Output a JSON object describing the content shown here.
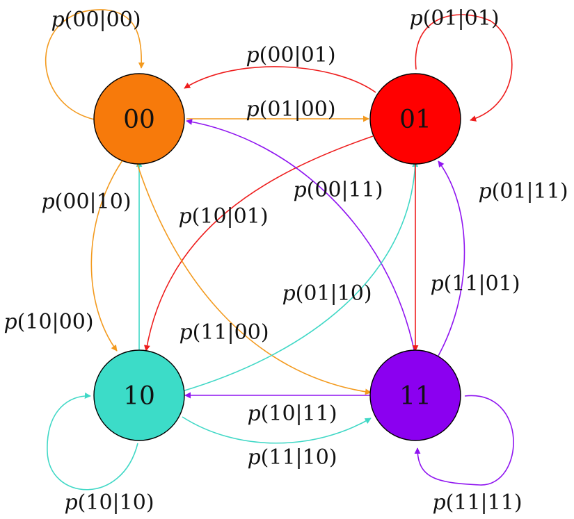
{
  "colors": {
    "s00": "#f77a0b",
    "s01": "#ff0000",
    "s10": "#3cdcc8",
    "s11": "#8b00f0",
    "edge00": "#f39a1e",
    "edge01": "#ee1c1c",
    "edge10": "#40d8c6",
    "edge11": "#8f14f0"
  },
  "nodes": [
    {
      "id": "n00",
      "label": "00",
      "color_key": "s00"
    },
    {
      "id": "n01",
      "label": "01",
      "color_key": "s01"
    },
    {
      "id": "n10",
      "label": "10",
      "color_key": "s10"
    },
    {
      "id": "n11",
      "label": "11",
      "color_key": "s11"
    }
  ],
  "edge_labels": {
    "p00_00": {
      "p": "p",
      "args": "(00|00)"
    },
    "p01_01": {
      "p": "p",
      "args": "(01|01)"
    },
    "p00_01": {
      "p": "p",
      "args": "(00|01)"
    },
    "p01_00": {
      "p": "p",
      "args": "(01|00)"
    },
    "p00_10": {
      "p": "p",
      "args": "(00|10)"
    },
    "p10_01": {
      "p": "p",
      "args": "(10|01)"
    },
    "p00_11": {
      "p": "p",
      "args": "(00|11)"
    },
    "p01_11": {
      "p": "p",
      "args": "(01|11)"
    },
    "p01_10": {
      "p": "p",
      "args": "(01|10)"
    },
    "p11_01": {
      "p": "p",
      "args": "(11|01)"
    },
    "p10_00": {
      "p": "p",
      "args": "(10|00)"
    },
    "p11_00": {
      "p": "p",
      "args": "(11|00)"
    },
    "p10_11": {
      "p": "p",
      "args": "(10|11)"
    },
    "p11_10": {
      "p": "p",
      "args": "(11|10)"
    },
    "p10_10": {
      "p": "p",
      "args": "(10|10)"
    },
    "p11_11": {
      "p": "p",
      "args": "(11|11)"
    }
  }
}
